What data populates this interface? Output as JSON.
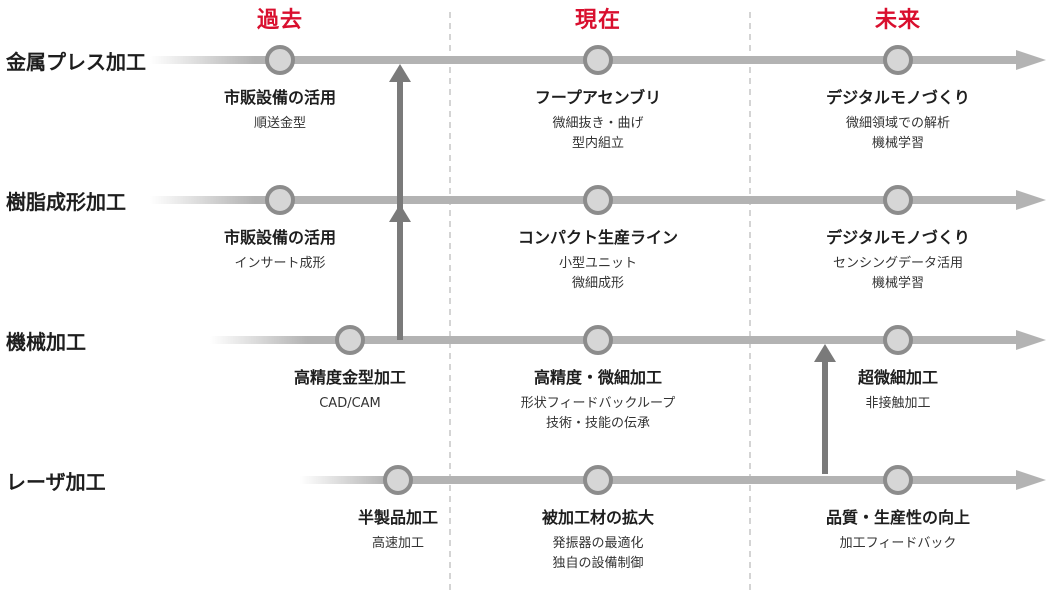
{
  "eras": [
    "過去",
    "現在",
    "未来"
  ],
  "colors": {
    "era": "#d90f2e",
    "line": "#b3b3b3",
    "node_fill": "#d6d6d6",
    "node_stroke": "#8c8c8c",
    "arrow": "#7a7a7a",
    "divider": "#aaaaaa"
  },
  "rows": [
    {
      "label": "金属プレス加工",
      "nodes": [
        {
          "title": "市販設備の活用",
          "lines": [
            "順送金型"
          ]
        },
        {
          "title": "フープアセンブリ",
          "lines": [
            "微細抜き・曲げ",
            "型内組立"
          ]
        },
        {
          "title": "デジタルモノづくり",
          "lines": [
            "微細領域での解析",
            "機械学習"
          ]
        }
      ]
    },
    {
      "label": "樹脂成形加工",
      "nodes": [
        {
          "title": "市販設備の活用",
          "lines": [
            "インサート成形"
          ]
        },
        {
          "title": "コンパクト生産ライン",
          "lines": [
            "小型ユニット",
            "微細成形"
          ]
        },
        {
          "title": "デジタルモノづくり",
          "lines": [
            "センシングデータ活用",
            "機械学習"
          ]
        }
      ]
    },
    {
      "label": "機械加工",
      "nodes": [
        {
          "title": "高精度金型加工",
          "lines": [
            "CAD/CAM"
          ]
        },
        {
          "title": "高精度・微細加工",
          "lines": [
            "形状フィードバックループ",
            "技術・技能の伝承"
          ]
        },
        {
          "title": "超微細加工",
          "lines": [
            "非接触加工"
          ]
        }
      ]
    },
    {
      "label": "レーザ加工",
      "nodes": [
        {
          "title": "半製品加工",
          "lines": [
            "高速加工"
          ]
        },
        {
          "title": "被加工材の拡大",
          "lines": [
            "発振器の最適化",
            "独自の設備制御"
          ]
        },
        {
          "title": "品質・生産性の向上",
          "lines": [
            "加工フィードバック"
          ]
        }
      ]
    }
  ]
}
